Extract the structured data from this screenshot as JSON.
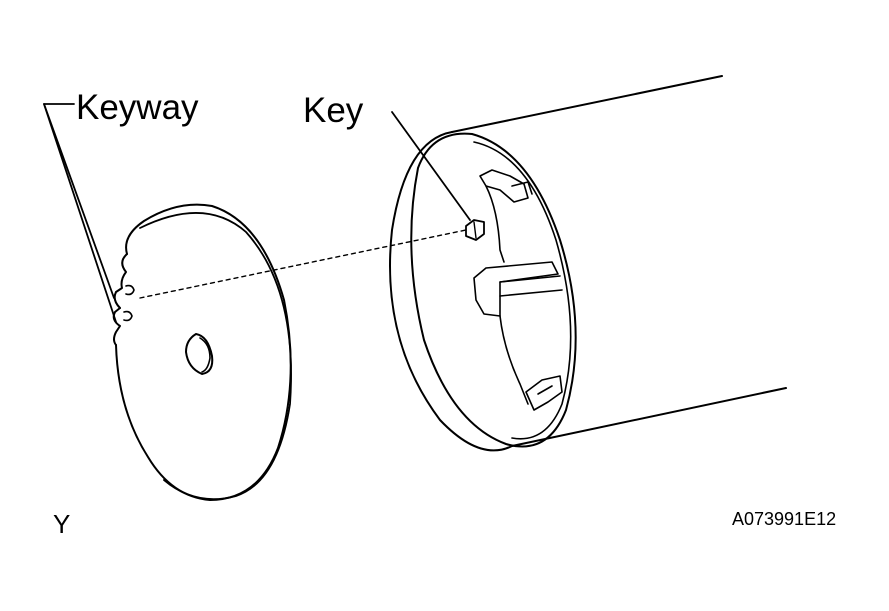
{
  "labels": {
    "keyway": "Keyway",
    "key": "Key",
    "view": "Y",
    "figure_code": "A073991E12"
  },
  "colors": {
    "ink": "#000000",
    "paper": "#ffffff"
  }
}
